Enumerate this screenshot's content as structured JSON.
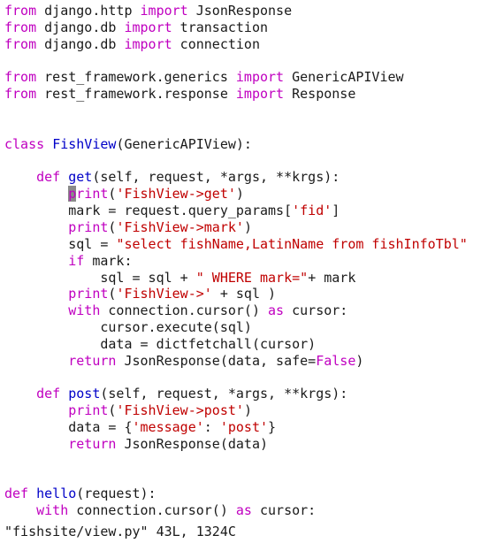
{
  "colors": {
    "background": "#ffffff",
    "plain": "#1a1a1a",
    "keyword": "#c000c0",
    "string": "#c00000",
    "name": "#0000c8",
    "constant": "#c000c0",
    "cursor_bg": "#8a8a8a"
  },
  "file_name": "\"fishsite/view.py\" 43L, 1324C",
  "lines": [
    [
      [
        "keyword",
        "from"
      ],
      [
        "plain",
        " django.http "
      ],
      [
        "keyword",
        "import"
      ],
      [
        "plain",
        " JsonResponse"
      ]
    ],
    [
      [
        "keyword",
        "from"
      ],
      [
        "plain",
        " django.db "
      ],
      [
        "keyword",
        "import"
      ],
      [
        "plain",
        " transaction"
      ]
    ],
    [
      [
        "keyword",
        "from"
      ],
      [
        "plain",
        " django.db "
      ],
      [
        "keyword",
        "import"
      ],
      [
        "plain",
        " connection"
      ]
    ],
    [],
    [
      [
        "keyword",
        "from"
      ],
      [
        "plain",
        " rest_framework.generics "
      ],
      [
        "keyword",
        "import"
      ],
      [
        "plain",
        " GenericAPIView"
      ]
    ],
    [
      [
        "keyword",
        "from"
      ],
      [
        "plain",
        " rest_framework.response "
      ],
      [
        "keyword",
        "import"
      ],
      [
        "plain",
        " Response"
      ]
    ],
    [],
    [],
    [
      [
        "keyword",
        "class"
      ],
      [
        "plain",
        " "
      ],
      [
        "name",
        "FishView"
      ],
      [
        "plain",
        "(GenericAPIView):"
      ]
    ],
    [],
    [
      [
        "plain",
        "    "
      ],
      [
        "keyword",
        "def"
      ],
      [
        "plain",
        " "
      ],
      [
        "name",
        "get"
      ],
      [
        "plain",
        "(self, request, *args, **krgs):"
      ]
    ],
    [
      [
        "plain",
        "        "
      ],
      [
        "cursor",
        "p"
      ],
      [
        "keyword",
        "rint"
      ],
      [
        "plain",
        "("
      ],
      [
        "string",
        "'FishView->get'"
      ],
      [
        "plain",
        ")"
      ]
    ],
    [
      [
        "plain",
        "        mark = request.query_params["
      ],
      [
        "string",
        "'fid'"
      ],
      [
        "plain",
        "]"
      ]
    ],
    [
      [
        "plain",
        "        "
      ],
      [
        "keyword",
        "print"
      ],
      [
        "plain",
        "("
      ],
      [
        "string",
        "'FishView->mark'"
      ],
      [
        "plain",
        ")"
      ]
    ],
    [
      [
        "plain",
        "        sql = "
      ],
      [
        "string",
        "\"select fishName,LatinName from fishInfoTbl\""
      ]
    ],
    [
      [
        "plain",
        "        "
      ],
      [
        "keyword",
        "if"
      ],
      [
        "plain",
        " mark:"
      ]
    ],
    [
      [
        "plain",
        "            sql = sql + "
      ],
      [
        "string",
        "\" WHERE mark=\""
      ],
      [
        "plain",
        "+ mark"
      ]
    ],
    [
      [
        "plain",
        "        "
      ],
      [
        "keyword",
        "print"
      ],
      [
        "plain",
        "("
      ],
      [
        "string",
        "'FishView->'"
      ],
      [
        "plain",
        " + sql )"
      ]
    ],
    [
      [
        "plain",
        "        "
      ],
      [
        "keyword",
        "with"
      ],
      [
        "plain",
        " connection.cursor() "
      ],
      [
        "keyword",
        "as"
      ],
      [
        "plain",
        " cursor:"
      ]
    ],
    [
      [
        "plain",
        "            cursor.execute(sql)"
      ]
    ],
    [
      [
        "plain",
        "            data = dictfetchall(cursor)"
      ]
    ],
    [
      [
        "plain",
        "        "
      ],
      [
        "keyword",
        "return"
      ],
      [
        "plain",
        " JsonResponse(data, safe="
      ],
      [
        "constant",
        "False"
      ],
      [
        "plain",
        ")"
      ]
    ],
    [],
    [
      [
        "plain",
        "    "
      ],
      [
        "keyword",
        "def"
      ],
      [
        "plain",
        " "
      ],
      [
        "name",
        "post"
      ],
      [
        "plain",
        "(self, request, *args, **krgs):"
      ]
    ],
    [
      [
        "plain",
        "        "
      ],
      [
        "keyword",
        "print"
      ],
      [
        "plain",
        "("
      ],
      [
        "string",
        "'FishView->post'"
      ],
      [
        "plain",
        ")"
      ]
    ],
    [
      [
        "plain",
        "        data = {"
      ],
      [
        "string",
        "'message'"
      ],
      [
        "plain",
        ": "
      ],
      [
        "string",
        "'post'"
      ],
      [
        "plain",
        "}"
      ]
    ],
    [
      [
        "plain",
        "        "
      ],
      [
        "keyword",
        "return"
      ],
      [
        "plain",
        " JsonResponse(data)"
      ]
    ],
    [],
    [],
    [
      [
        "keyword",
        "def"
      ],
      [
        "plain",
        " "
      ],
      [
        "name",
        "hello"
      ],
      [
        "plain",
        "(request):"
      ]
    ],
    [
      [
        "plain",
        "    "
      ],
      [
        "keyword",
        "with"
      ],
      [
        "plain",
        " connection.cursor() "
      ],
      [
        "keyword",
        "as"
      ],
      [
        "plain",
        " cursor:"
      ]
    ]
  ]
}
